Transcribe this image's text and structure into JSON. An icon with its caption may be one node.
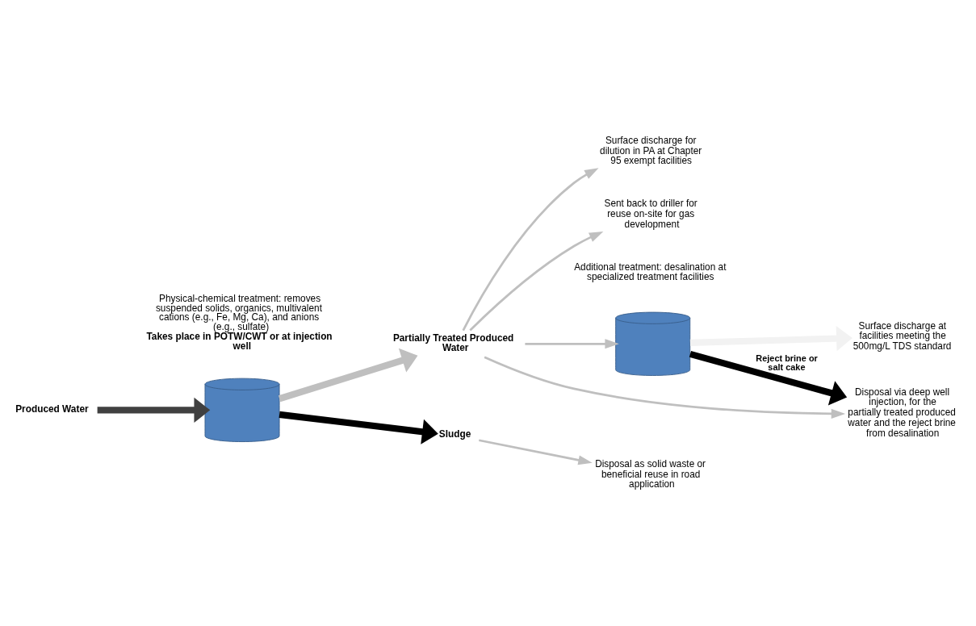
{
  "diagram": {
    "nodes": [
      {
        "text": [
          "Produced Water"
        ]
      },
      {
        "text": [],
        "shape": "cylinder",
        "beside": [
          "Physical-chemical treatment: removes suspended solids, organics, multivalent cations (e.g., Fe, Mg, Ca), and anions (e.g., sulfate)",
          "Takes place in POTW/CWT or at injection well"
        ]
      },
      {
        "text": [
          "Partially Treated Produced Water"
        ]
      },
      {
        "text": [
          "Sent back to driller for reuse on-site for gas development"
        ]
      },
      {
        "text": [],
        "shape": "cylinder",
        "beside": [
          "Additional treatment: desalination at specialized treatment facilities"
        ]
      },
      {
        "text": [
          "Surface discharge at facilities meeting the 500mg/L TDS standard"
        ]
      },
      {
        "text": [
          "Disposal via deep well injection, for the partially treated produced water and the reject brine from desalination"
        ]
      },
      {
        "text": [
          "Surface discharge for dilution in PA at Chapter 95 exempt facilities"
        ]
      },
      {
        "text": [
          "Sludge"
        ]
      },
      {
        "text": [
          "Disposal as solid waste or beneficial reuse in road application"
        ]
      }
    ],
    "edges": [
      {
        "from": 0,
        "to": 1,
        "arrow": "to",
        "style": "thick",
        "color": "#404040"
      },
      {
        "from": 1,
        "to": 2,
        "arrow": "to",
        "style": "thick"
      },
      {
        "from": 2,
        "to": 3,
        "arrow": "to"
      },
      {
        "from": 2,
        "to": 4,
        "arrow": "to"
      },
      {
        "from": 4,
        "to": 5,
        "arrow": "to",
        "style": "thick",
        "color": "#f2f2f2"
      },
      {
        "from": 4,
        "to": 6,
        "arrow": "to",
        "style": "thick",
        "color": "#000000",
        "label": "Reject brine or salt cake"
      },
      {
        "from": 2,
        "to": 6,
        "arrow": "to"
      },
      {
        "from": 2,
        "to": 7,
        "arrow": "to"
      },
      {
        "from": 1,
        "to": 8,
        "arrow": "to",
        "style": "thick",
        "color": "#000000"
      },
      {
        "from": 8,
        "to": 9,
        "arrow": "to"
      }
    ]
  }
}
